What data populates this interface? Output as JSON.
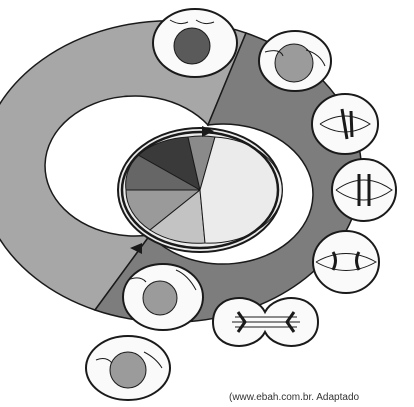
{
  "caption": {
    "source_text": "(www.ebah.com.br. Adaptado"
  },
  "colors": {
    "background": "#ffffff",
    "outer_ring_light": "#a7a7a7",
    "outer_ring_dark": "#7d7d7d",
    "inner_disc_light": "#ebebeb",
    "inner_sector_1": "#3a3a3a",
    "inner_sector_2": "#666666",
    "inner_sector_3": "#9a9a9a",
    "inner_sector_4": "#c3c3c3",
    "inner_sector_5": "#8a8a8a",
    "outline": "#1a1a1a",
    "cell_fill": "#fafafa",
    "nucleus_dark": "#5a5a5a",
    "nucleus_textured": "#9b9b9b"
  },
  "cells": [
    {
      "name": "interphase-cell",
      "stage": "interphase"
    },
    {
      "name": "prophase-cell",
      "stage": "prophase"
    },
    {
      "name": "metaphase-cell",
      "stage": "metaphase"
    },
    {
      "name": "metaphase-2-cell",
      "stage": "metaphase"
    },
    {
      "name": "anaphase-cell",
      "stage": "anaphase"
    },
    {
      "name": "telophase-cell",
      "stage": "telophase"
    },
    {
      "name": "daughter-cell-1",
      "stage": "interphase"
    },
    {
      "name": "daughter-cell-2",
      "stage": "interphase"
    }
  ]
}
